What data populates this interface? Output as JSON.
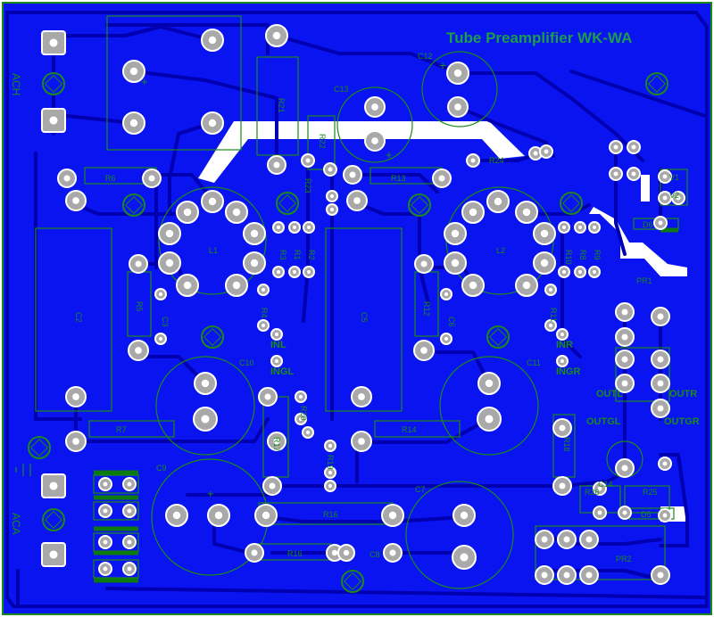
{
  "board": {
    "title": "Tube Preamplifier WK-WA",
    "colors": {
      "copper": "#0a14f0",
      "trace": "#0000b0",
      "silk": "#1a8a1a",
      "title": "#1b9e4a",
      "pad": "#a9a9a9",
      "hole": "#ffffff",
      "clearance": "#ffffff",
      "jumper": "#0c7a0c"
    }
  },
  "labels": {
    "ach": "ACH",
    "aca": "ACA",
    "r6": "R6",
    "r13": "R13",
    "r21": "R21",
    "r22": "R22",
    "r23": "R23",
    "r24": "R24",
    "r25": "R25",
    "c12": "C12",
    "c13": "C13",
    "c2": "C2",
    "c5": "C5",
    "c3": "C3",
    "c6": "C6",
    "c9": "C9",
    "c7": "C7",
    "c8": "C8",
    "c10": "C10",
    "c11": "C11",
    "c14": "C14",
    "r5": "R5",
    "r12": "R12",
    "r4": "R4",
    "r11": "R11",
    "r1": "R1",
    "r2": "R2",
    "r3": "R3",
    "r8": "R8",
    "r9": "R9",
    "r10": "R10",
    "r7": "R7",
    "r14": "R14",
    "r16a": "R16",
    "r16b": "R16",
    "r17": "R17",
    "r18": "R18",
    "r19": "R19",
    "r20": "R20",
    "r26": "R26",
    "inl": "INL",
    "ingl": "INGL",
    "inr": "INR",
    "ingr": "INGR",
    "outl": "OUTL",
    "outgl": "OUTGL",
    "outr": "OUTR",
    "outgr": "OUTGR",
    "pr1": "PR1",
    "pr2": "PR2",
    "d5": "D5",
    "d6": "D6",
    "l1": "L1",
    "l2": "L2",
    "v1": "V1",
    "v2": "V2",
    "plus1": "+",
    "plus2": "+",
    "plus3": "+",
    "plus4": "+"
  }
}
